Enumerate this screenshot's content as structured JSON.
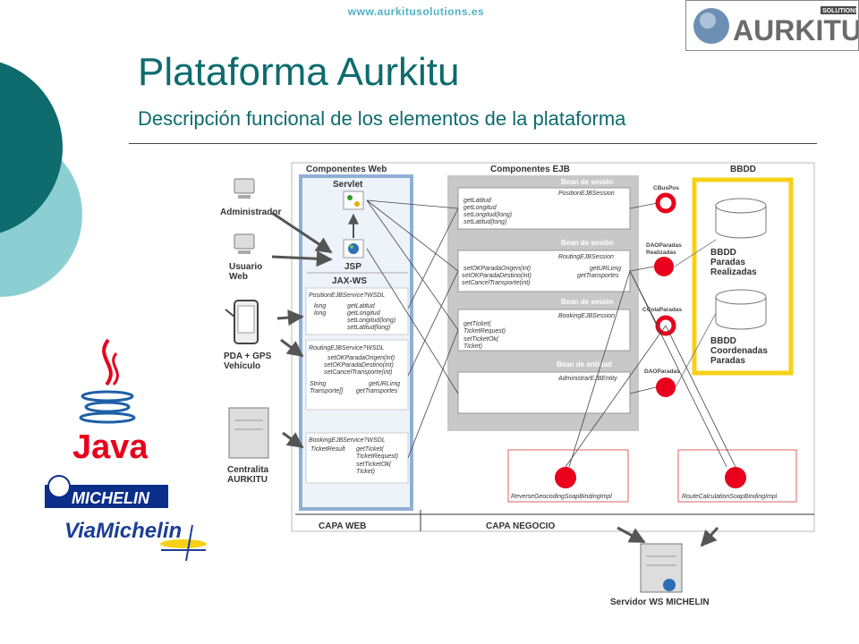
{
  "header": {
    "url": "www.aurkitusolutions.es",
    "title": "Plataforma Aurkitu",
    "subtitle": "Descripción funcional de los elementos de la plataforma"
  },
  "logo": {
    "brand": "AURKITU",
    "tag": "SOLUTIONS"
  },
  "side_logos": {
    "java": "Java",
    "michelin": "MICHELIN",
    "viamichelin": "ViaMichelin"
  },
  "actors": {
    "admin": "Administrador",
    "user": [
      "Usuario",
      "Web"
    ],
    "pda": [
      "PDA + GPS",
      "Vehículo"
    ],
    "central": [
      "Centralita",
      "AURKITU"
    ],
    "server": "Servidor WS MICHELIN"
  },
  "columns": {
    "web": "Componentes Web",
    "ejb": "Componentes EJB",
    "bbdd": "BBDD"
  },
  "web": {
    "servlet": "Servlet",
    "jsp": "JSP",
    "jaxws": "JAX-WS",
    "position_ws": {
      "name": "PositionEJBService?WSDL",
      "types": [
        "long",
        "long"
      ],
      "methods": [
        "getLatitud",
        "getLongitud",
        "setLongitud(long)",
        "setLatitud(long)"
      ]
    },
    "routing_ws": {
      "name": "RoutingEJBService?WSDL",
      "methods": [
        "setOKParadaOrigen(int)",
        "setOKParadaDestino(int)",
        "setCancelTransporte(int)"
      ],
      "types": [
        "String",
        "Transporte[]"
      ],
      "methods2": [
        "getURLimg",
        "getTransportes"
      ]
    },
    "booking_ws": {
      "name": "BookingEJBService?WSDL",
      "type": "TicketResult",
      "methods": [
        "getTicket(",
        "TicketRequest)",
        "setTicketOk(",
        "Ticket)"
      ]
    }
  },
  "ejb": {
    "session_label": "Bean de sesión",
    "entity_label": "Bean de entidad",
    "position": {
      "name": "PositionEJBSession",
      "methods": [
        "getLatitud",
        "getLongitud",
        "setLongitud(long)",
        "setLatitud(long)"
      ]
    },
    "routing": {
      "name": "RoutingEJBSession",
      "methods": [
        "setOKParadaOrigen(int)",
        "setOKParadaDestino(int)",
        "setCancelTransporte(int)"
      ],
      "methods2": [
        "getURLimg",
        "getTransportes"
      ]
    },
    "booking": {
      "name": "BookingEJBSession",
      "methods": [
        "getTicket(",
        "TicketRequest)",
        "setTicketOk(",
        "Ticket)"
      ]
    },
    "entity": {
      "name": "AdministrarEJBEntity"
    }
  },
  "connectors": {
    "cbuspos": "CBusPos",
    "dao_realizadas": [
      "DAOParadas",
      "Realizadas"
    ],
    "ccola": "CColaParadas",
    "dao_paradas": "DAOParadas",
    "reverse": "ReverseGeocodingSoapBindingImpl",
    "route": "RouteCalculationSoapBindingImpl"
  },
  "bbdd": {
    "realizadas": [
      "BBDD",
      "Paradas",
      "Realizadas"
    ],
    "coordenadas": [
      "BBDD",
      "Coordenadas",
      "Paradas"
    ]
  },
  "layers": {
    "web": "CAPA WEB",
    "negocio": "CAPA NEGOCIO"
  },
  "colors": {
    "teal": "#0e6b6e",
    "light_teal": "#8ccfd3",
    "red": "#e8001c",
    "yellow": "#f7d117",
    "blue": "#8fb0d6"
  }
}
